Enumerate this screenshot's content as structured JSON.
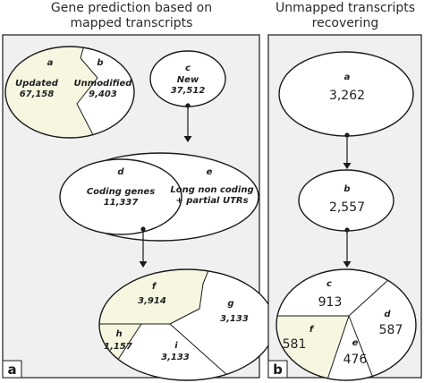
{
  "panel_a": {
    "heading_line1": "Gene prediction based on",
    "heading_line2": "mapped transcripts",
    "panel_label": "a",
    "a": {
      "letter": "a",
      "label": "Updated",
      "value": "67,158"
    },
    "b": {
      "letter": "b",
      "label": "Unmodified",
      "value": "9,403"
    },
    "c": {
      "letter": "c",
      "label": "New",
      "value": "37,512"
    },
    "d": {
      "letter": "d",
      "label": "Coding genes",
      "value": "11,337"
    },
    "e": {
      "letter": "e",
      "label_line1": "Long non coding",
      "label_line2": "+ partial UTRs"
    },
    "f": {
      "letter": "f",
      "value": "3,914"
    },
    "g": {
      "letter": "g",
      "value": "3,133"
    },
    "h": {
      "letter": "h",
      "value": "1,157"
    },
    "i": {
      "letter": "i",
      "value": "3,133"
    }
  },
  "panel_b": {
    "heading_line1": "Unmapped transcripts",
    "heading_line2": "recovering",
    "panel_label": "b",
    "a": {
      "letter": "a",
      "value": "3,262"
    },
    "b": {
      "letter": "b",
      "value": "2,557"
    },
    "c": {
      "letter": "c",
      "value": "913"
    },
    "d": {
      "letter": "d",
      "value": "587"
    },
    "e": {
      "letter": "e",
      "value": "476"
    },
    "f": {
      "letter": "f",
      "value": "581"
    }
  },
  "colors": {
    "panel_bg": "#f0f0f0",
    "highlight": "#f7f7e1",
    "ellipse_fill": "#ffffff",
    "stroke": "#1a1a1a",
    "text": "#1f1f1f"
  }
}
